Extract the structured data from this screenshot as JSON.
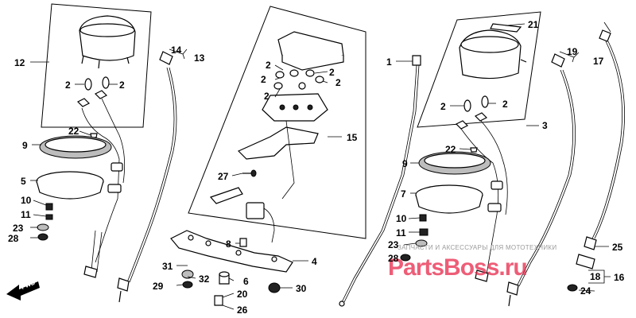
{
  "callouts": {
    "c1": "1",
    "c2": "2",
    "c3": "3",
    "c4": "4",
    "c5": "5",
    "c6": "6",
    "c7": "7",
    "c8": "8",
    "c9": "9",
    "c10": "10",
    "c11": "11",
    "c12": "12",
    "c13": "13",
    "c14": "14",
    "c15": "15",
    "c16": "16",
    "c17": "17",
    "c18": "18",
    "c19": "19",
    "c20": "20",
    "c21": "21",
    "c22": "22",
    "c23": "23",
    "c24": "24",
    "c25": "25",
    "c26": "26",
    "c27": "27",
    "c28": "28",
    "c29": "29",
    "c30": "30",
    "c31": "31",
    "c32": "32"
  },
  "fwd_label": "FWD",
  "watermark": {
    "subtitle": "ЗАПЧАСТИ И АКСЕССУАРЫ ДЛЯ МОТОТЕХНИКИ",
    "brand": "PartsBoss.ru"
  },
  "colors": {
    "lines": "#000000",
    "watermark_brand": "#e8274a",
    "watermark_sub": "#9a9a9a"
  }
}
